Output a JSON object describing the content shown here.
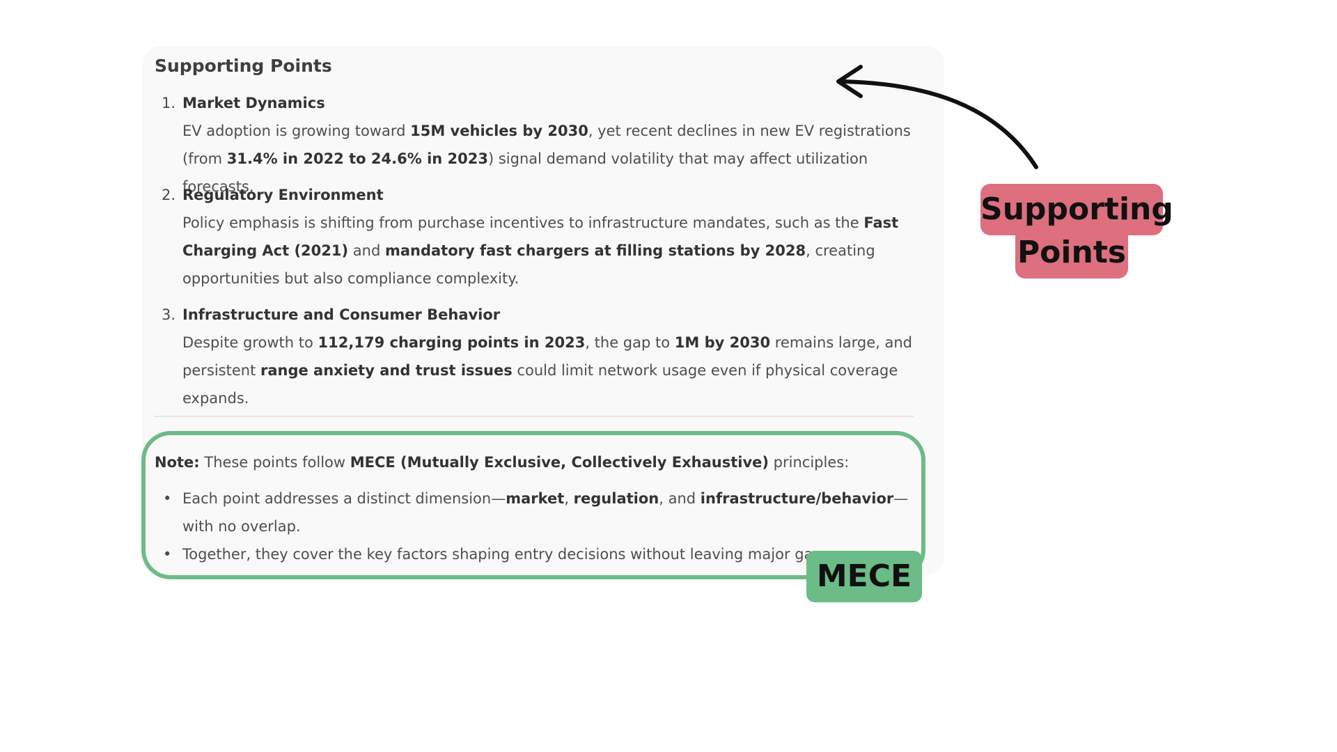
{
  "card": {
    "title": "Supporting Points",
    "items": [
      {
        "number": "1.",
        "heading": "Market Dynamics",
        "body": [
          {
            "t": "EV adoption is growing toward ",
            "b": false
          },
          {
            "t": "15M vehicles by 2030",
            "b": true
          },
          {
            "t": ", yet recent declines in new EV registrations (from ",
            "b": false
          },
          {
            "t": "31.4% in 2022 to 24.6% in 2023",
            "b": true
          },
          {
            "t": ") signal demand volatility that may affect utilization forecasts.",
            "b": false
          }
        ]
      },
      {
        "number": "2.",
        "heading": "Regulatory Environment",
        "body": [
          {
            "t": "Policy emphasis is shifting from purchase incentives to infrastructure mandates, such as the ",
            "b": false
          },
          {
            "t": "Fast Charging Act (2021)",
            "b": true
          },
          {
            "t": " and ",
            "b": false
          },
          {
            "t": "mandatory fast chargers at filling stations by 2028",
            "b": true
          },
          {
            "t": ", creating opportunities but also compliance complexity.",
            "b": false
          }
        ]
      },
      {
        "number": "3.",
        "heading": "Infrastructure and Consumer Behavior",
        "body": [
          {
            "t": "Despite growth to ",
            "b": false
          },
          {
            "t": "112,179 charging points in 2023",
            "b": true
          },
          {
            "t": ", the gap to ",
            "b": false
          },
          {
            "t": "1M by 2030",
            "b": true
          },
          {
            "t": " remains large, and persistent ",
            "b": false
          },
          {
            "t": "range anxiety and trust issues",
            "b": true
          },
          {
            "t": " could limit network usage even if physical coverage expands.",
            "b": false
          }
        ]
      }
    ],
    "note": [
      {
        "t": "Note:",
        "b": true
      },
      {
        "t": " These points follow ",
        "b": false
      },
      {
        "t": "MECE (Mutually Exclusive, Collectively Exhaustive)",
        "b": true
      },
      {
        "t": " principles:",
        "b": false
      }
    ],
    "bullets": [
      {
        "dot": "•",
        "text": [
          {
            "t": "Each point addresses a distinct dimension—",
            "b": false
          },
          {
            "t": "market",
            "b": true
          },
          {
            "t": ", ",
            "b": false
          },
          {
            "t": "regulation",
            "b": true
          },
          {
            "t": ", and ",
            "b": false
          },
          {
            "t": "infrastructure/behavior",
            "b": true
          },
          {
            "t": "—with no overlap.",
            "b": false
          }
        ]
      },
      {
        "dot": "•",
        "text": [
          {
            "t": "Together, they cover the key factors shaping entry decisions without leaving major gaps.",
            "b": false
          }
        ]
      }
    ]
  },
  "annotations": {
    "supporting_label_line1": "Supporting",
    "supporting_label_line2": "Points",
    "supporting_color": "#dd6f7e",
    "mece_label": "MECE",
    "mece_color": "#6bbc86",
    "arrow_icon": "curved-arrow-icon"
  }
}
